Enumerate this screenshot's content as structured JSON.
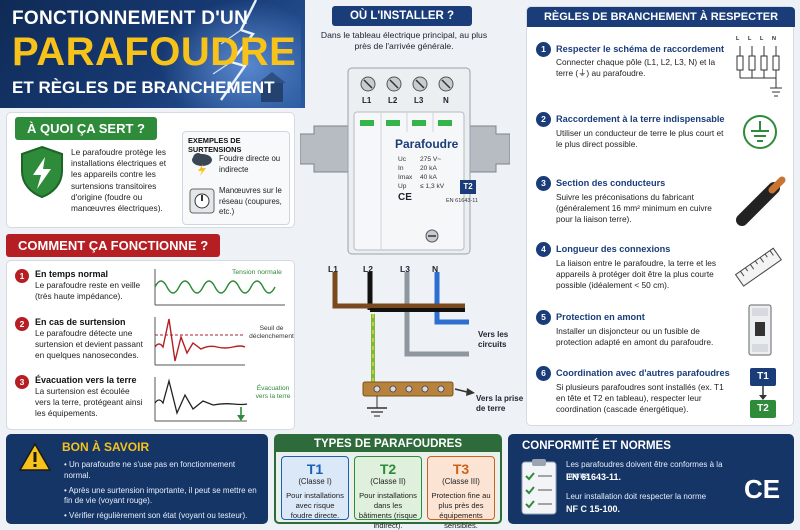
{
  "header": {
    "line1": "FONCTIONNEMENT D'UN",
    "line2": "PARAFOUDRE",
    "line3": "ET RÈGLES DE BRANCHEMENT"
  },
  "purpose": {
    "title": "À QUOI ÇA SERT ?",
    "text": "Le parafoudre protège les installations électriques et les appareils contre les surtensions transitoires d'origine (foudre ou manœuvres électriques).",
    "examples_title": "EXEMPLES DE SURTENSIONS",
    "examples": [
      {
        "icon": "storm-cloud-icon",
        "text": "Foudre directe ou indirecte"
      },
      {
        "icon": "switch-panel-icon",
        "text": "Manœuvres sur le réseau (coupures, etc.)"
      }
    ]
  },
  "how": {
    "title": "COMMENT ÇA FONCTIONNE ?",
    "steps": [
      {
        "num": "1",
        "title": "En temps normal",
        "text": "Le parafoudre reste en veille (très haute impédance).",
        "graph_label": "Tension normale"
      },
      {
        "num": "2",
        "title": "En cas de surtension",
        "text": "Le parafoudre détecte une surtension et devient passant en quelques nanosecondes.",
        "graph_label": "Seuil de déclenchement"
      },
      {
        "num": "3",
        "title": "Évacuation vers la terre",
        "text": "La surtension est écoulée vers la terre, protégeant ainsi les équipements.",
        "graph_label": "Évacuation vers la terre"
      }
    ]
  },
  "install": {
    "title": "OÙ L'INSTALLER ?",
    "subtitle": "Dans le tableau électrique principal, au plus près de l'arrivée générale.",
    "terminals": [
      "L1",
      "L2",
      "L3",
      "N"
    ],
    "device_name": "Parafoudre",
    "specs": [
      {
        "k": "Uc",
        "v": "275 V~"
      },
      {
        "k": "In",
        "v": "20 kA"
      },
      {
        "k": "Imax",
        "v": "40 kA"
      },
      {
        "k": "Up",
        "v": "≤ 1,3 kV"
      }
    ],
    "ce": "CE",
    "type": "T2",
    "norm": "EN 61643-11",
    "wires": [
      "L1",
      "L2",
      "L3",
      "N"
    ],
    "to_circuits": "Vers les circuits",
    "to_earth": "Vers la prise de terre"
  },
  "rules": {
    "title": "RÈGLES DE BRANCHEMENT À RESPECTER",
    "items": [
      {
        "num": "1",
        "title": "Respecter le schéma de raccordement",
        "text": "Connecter chaque pôle (L1, L2, L3, N) et la terre (⏚) au parafoudre."
      },
      {
        "num": "2",
        "title": "Raccordement à la terre indispensable",
        "text": "Utiliser un conducteur de terre le plus court et le plus direct possible."
      },
      {
        "num": "3",
        "title": "Section des conducteurs",
        "text": "Suivre les préconisations du fabricant (généralement 16 mm² minimum en cuivre pour la liaison terre)."
      },
      {
        "num": "4",
        "title": "Longueur des connexions",
        "text": "La liaison entre le parafoudre, la terre et les appareils à protéger doit être la plus courte possible (idéalement < 50 cm)."
      },
      {
        "num": "5",
        "title": "Protection en amont",
        "text": "Installer un disjoncteur ou un fusible de protection adapté en amont du parafoudre."
      },
      {
        "num": "6",
        "title": "Coordination avec d'autres parafoudres",
        "text": "Si plusieurs parafoudres sont installés (ex. T1 en tête et T2 en tableau), respecter leur coordination (cascade énergétique)."
      }
    ],
    "diagram_labels": [
      "L",
      "L",
      "L",
      "N"
    ],
    "coord_t1": "T1",
    "coord_t2": "T2"
  },
  "good_to_know": {
    "title": "BON À SAVOIR",
    "items": [
      "Un parafoudre ne s'use pas en fonctionnement normal.",
      "Après une surtension importante, il peut se mettre en fin de vie (voyant rouge).",
      "Vérifier régulièrement son état (voyant ou testeur)."
    ]
  },
  "types": {
    "title": "TYPES DE PARAFOUDRES",
    "items": [
      {
        "t": "T1",
        "c": "(Classe I)",
        "d": "Pour installations avec risque foudre directe.",
        "color": "#1a5fb4",
        "bg": "#dbe8f7",
        "border": "#1a5fb4"
      },
      {
        "t": "T2",
        "c": "(Classe II)",
        "d": "Pour installations dans les bâtiments (risque indirect).",
        "color": "#2e8b3a",
        "bg": "#dff0dc",
        "border": "#2e8b3a"
      },
      {
        "t": "T3",
        "c": "(Classe III)",
        "d": "Protection fine au plus près des équipements sensibles.",
        "color": "#d0611a",
        "bg": "#fbe4d4",
        "border": "#d0611a"
      }
    ]
  },
  "conformity": {
    "title": "CONFORMITÉ ET NORMES",
    "line1": "Les parafoudres doivent être conformes à la norme",
    "norm1": "EN 61643-11.",
    "line2": "Leur installation doit respecter la norme",
    "norm2": "NF C 15-100.",
    "ce": "CE"
  },
  "colors": {
    "navy": "#1a3d7a",
    "red": "#b51f24",
    "green": "#2e8b3a",
    "yellow": "#f7c21a"
  }
}
